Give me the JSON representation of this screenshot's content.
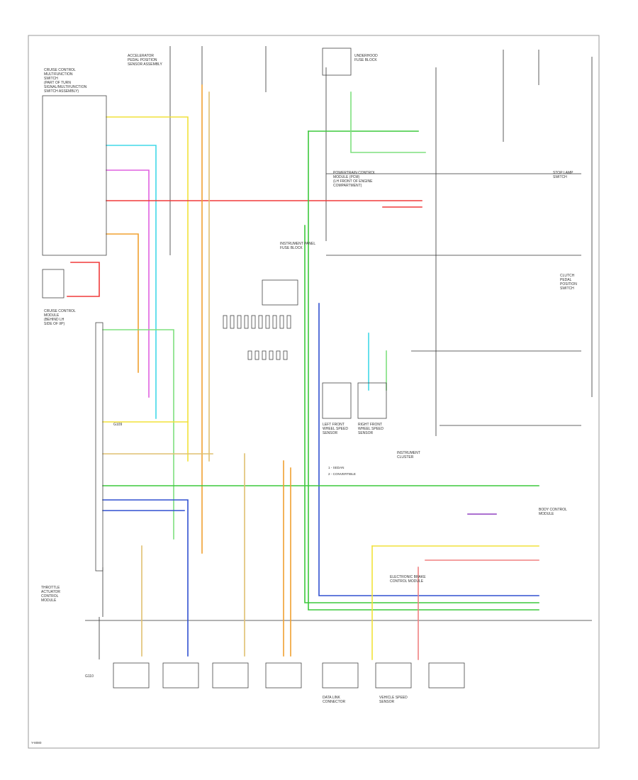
{
  "diagram": {
    "footer_code": "Y-8080",
    "legend": {
      "lines": [
        "1 - SEDAN",
        "2 - CONVERTIBLE"
      ]
    },
    "component_labels": {
      "cruise_control_switch": "CRUISE CONTROL\nMULTIFUNCTION\nSWITCH\n(PART OF TURN\nSIGNAL/MULTIFUNCTION\nSWITCH ASSEMBLY)",
      "cruise_control_module": "CRUISE CONTROL\nMODULE\n(BEHIND LH\nSIDE OF I/P)",
      "accelerator_pedal": "ACCELERATOR\nPEDAL POSITION\nSENSOR ASSEMBLY",
      "brake_switch": "STOP LAMP\nSWITCH",
      "clutch_switch": "CLUTCH\nPEDAL\nPOSITION\nSWITCH",
      "fuse_block": "INSTRUMENT PANEL\nFUSE BLOCK",
      "underhood_fuse": "UNDERHOOD\nFUSE BLOCK",
      "pcm": "POWERTRAIN CONTROL\nMODULE (PCM)\n(LH FRONT OF ENGINE\nCOMPARTMENT)",
      "throttle_actuator": "THROTTLE\nACTUATOR\nCONTROL\nMODULE",
      "instrument_cluster": "INSTRUMENT\nCLUSTER",
      "data_link": "DATA LINK\nCONNECTOR",
      "vss": "VEHICLE SPEED\nSENSOR",
      "left_front_wss": "LEFT FRONT\nWHEEL SPEED\nSENSOR",
      "right_front_wss": "RIGHT FRONT\nWHEEL SPEED\nSENSOR",
      "ebcm": "ELECTRONIC BRAKE\nCONTROL MODULE",
      "body_control": "BODY CONTROL\nMODULE",
      "g109": "G109",
      "g110": "G110"
    },
    "wire_colors": {
      "yellow": "#f2e23a",
      "orange": "#f0a030",
      "green": "#3cc83c",
      "light_green": "#7fe07f",
      "red": "#f03a3a",
      "magenta": "#e060e0",
      "cyan": "#40d8e8",
      "blue": "#3050d0",
      "tan": "#e0c070",
      "pink": "#f08080",
      "purple": "#9040c0",
      "black": "#333333"
    }
  }
}
